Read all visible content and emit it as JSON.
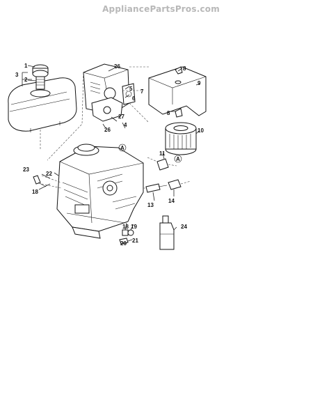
{
  "watermark": "AppliancePartsPros.com",
  "callouts": {
    "c1": "1",
    "c2": "2",
    "c3": "3",
    "c4": "4",
    "c5": "5",
    "c6": "6",
    "c7": "7",
    "c8a": "8",
    "c8b": "8",
    "c9": "9",
    "c10": "10",
    "c11": "11",
    "c13": "13",
    "c14": "14",
    "c18a": "18",
    "c18b": "18",
    "c19": "19",
    "c20": "20",
    "c21": "21",
    "c22": "22",
    "c23": "23",
    "c24": "24",
    "c26a": "26",
    "c26b": "26",
    "c27": "27"
  },
  "ref_markers": {
    "a1": "A",
    "a2": "A"
  }
}
